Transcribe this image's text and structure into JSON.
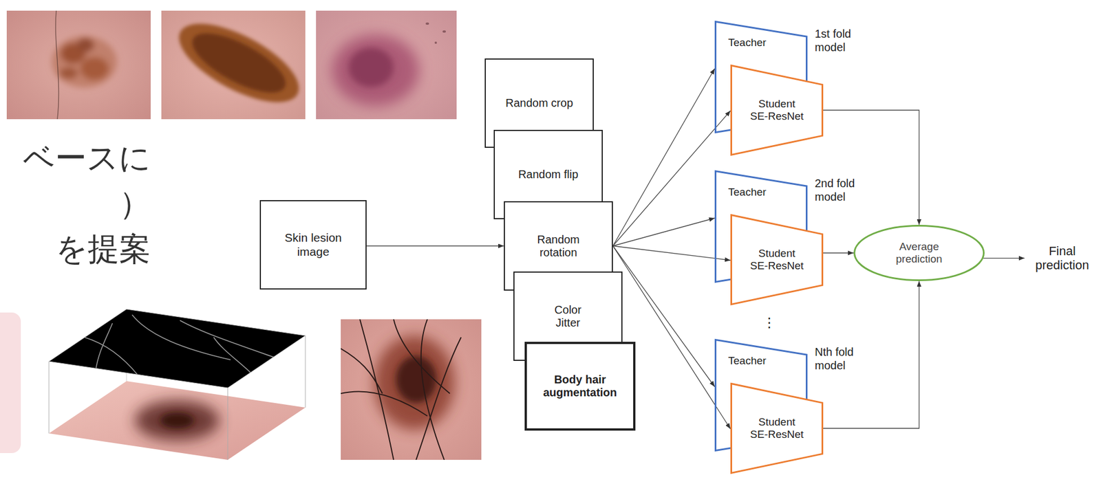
{
  "diagram": {
    "nodes": [
      {
        "text": [
          "Skin lesion image"
        ]
      },
      {
        "text": [
          "Random crop"
        ]
      },
      {
        "text": [
          "Random flip"
        ]
      },
      {
        "text": [
          "Random rotation"
        ]
      },
      {
        "text": [
          "Color Jitter"
        ]
      },
      {
        "text": [
          "Body hair augmentation"
        ]
      },
      {
        "text": [
          "Teacher"
        ]
      },
      {
        "text": [
          "Student SE-ResNet"
        ]
      },
      {
        "text": [
          "Teacher"
        ]
      },
      {
        "text": [
          "Student SE-ResNet"
        ]
      },
      {
        "text": [
          "Teacher"
        ]
      },
      {
        "text": [
          "Student SE-ResNet"
        ]
      },
      {
        "text": [
          "Average prediction"
        ]
      },
      {
        "text": [
          "Final prediction"
        ]
      }
    ],
    "edges": [
      {
        "from": 0,
        "to": 3,
        "arrow": "to"
      },
      {
        "from": 3,
        "to": 6,
        "arrow": "to"
      },
      {
        "from": 3,
        "to": 7,
        "arrow": "to"
      },
      {
        "from": 3,
        "to": 8,
        "arrow": "to"
      },
      {
        "from": 3,
        "to": 9,
        "arrow": "to"
      },
      {
        "from": 3,
        "to": 10,
        "arrow": "to"
      },
      {
        "from": 3,
        "to": 11,
        "arrow": "to"
      },
      {
        "from": 7,
        "to": 12,
        "arrow": "to"
      },
      {
        "from": 9,
        "to": 12,
        "arrow": "to"
      },
      {
        "from": 11,
        "to": 12,
        "arrow": "to"
      },
      {
        "from": 12,
        "to": 13,
        "arrow": "to"
      }
    ],
    "labels": [
      "ベースに",
      "）",
      "を提案",
      "1st fold model",
      "2nd fold model",
      "⋮",
      "Nth fold model"
    ]
  }
}
